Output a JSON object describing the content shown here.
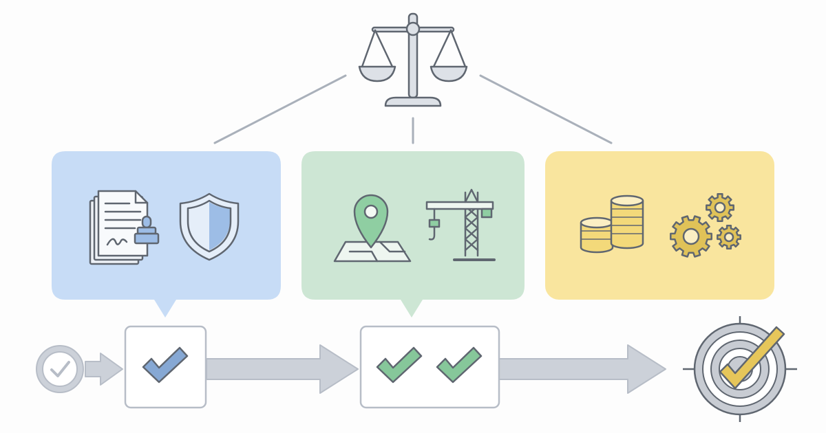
{
  "colors": {
    "background": "#fdfdfd",
    "outline": "#5f6670",
    "connector": "#a9b0ba",
    "arrow_fill": "#ccd1d9",
    "arrow_stroke": "#b7bdc7",
    "panel_blue": "#c7dcf6",
    "panel_green": "#cde6d4",
    "panel_yellow": "#f9e59e",
    "accent_blue": "#9dbde6",
    "accent_green": "#8fcea2",
    "accent_yellow": "#e0c258",
    "check_blue": "#86a8d4",
    "check_green": "#86c79a",
    "check_yellow": "#e6c65a"
  },
  "hub": {
    "icon": "balance-scale-icon"
  },
  "panels": [
    {
      "id": "legal",
      "color_key": "panel_blue",
      "icons": [
        "signed-documents-stamp-icon",
        "shield-icon"
      ]
    },
    {
      "id": "site",
      "color_key": "panel_green",
      "icons": [
        "map-pin-icon",
        "construction-crane-icon"
      ]
    },
    {
      "id": "finance",
      "color_key": "panel_yellow",
      "icons": [
        "coin-stacks-icon",
        "gears-icon"
      ]
    }
  ],
  "flow": {
    "start": {
      "icon": "check-circle-icon"
    },
    "steps": [
      {
        "id": "step-one",
        "checks": 1,
        "check_color_key": "check_blue"
      },
      {
        "id": "step-two",
        "checks": 2,
        "check_color_key": "check_green"
      }
    ],
    "goal": {
      "icon": "target-check-icon"
    }
  }
}
